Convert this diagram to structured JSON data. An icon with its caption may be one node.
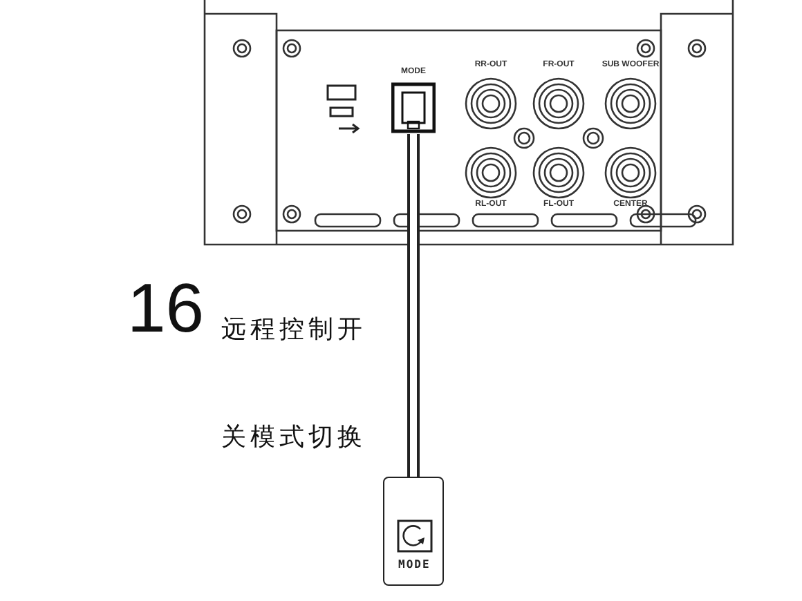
{
  "diagram": {
    "nodes": [
      {
        "text": [
          "MODE"
        ]
      },
      {
        "text": [
          "MODE"
        ]
      }
    ],
    "edges": [
      {
        "from": 0,
        "to": 1,
        "arrow": "none"
      }
    ],
    "labels": [
      "RR-OUT",
      "FR-OUT",
      "SUB WOOFER",
      "RL-OUT",
      "FL-OUT",
      "CENTER",
      "16",
      "远程控制开关模式切换"
    ]
  }
}
